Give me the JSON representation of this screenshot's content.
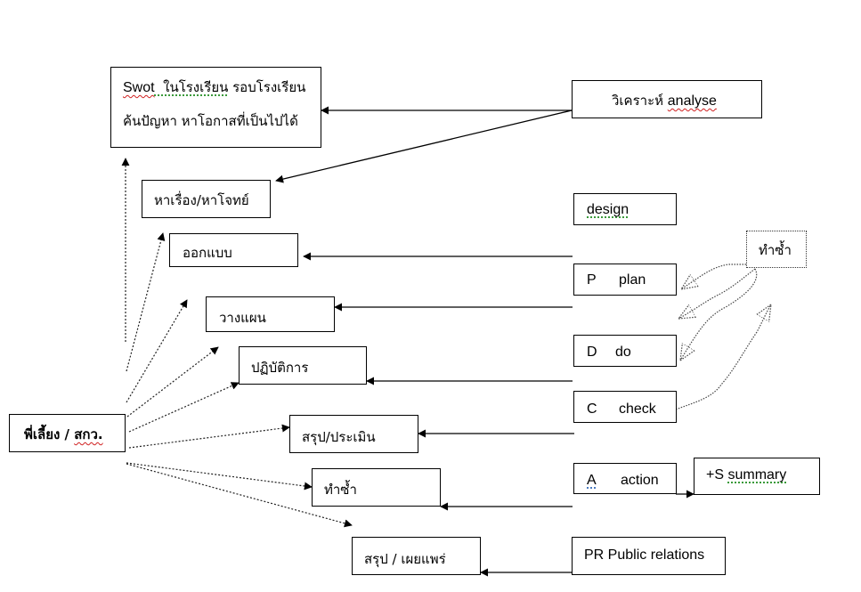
{
  "diagram": {
    "source": {
      "label_thai": "พี่เลี้ยง / ",
      "label_abbr": "สกว."
    },
    "swot_box": {
      "line1_a": "Swot",
      "line1_b": "  ในโรงเรียน",
      "line1_c": " รอบโรงเรียน",
      "line2": "ค้นปัญหา หาโอกาสที่เป็นไปได้"
    },
    "left_steps": {
      "find_topic": "หาเรื่อง/หาโจทย์",
      "design": "ออกแบบ",
      "plan": "วางแผน",
      "do": "ปฏิบัติการ",
      "evaluate": "สรุป/ประเมิน",
      "repeat": "ทำซ้ำ",
      "publish": "สรุป / เผยแพร่"
    },
    "right_steps": {
      "analyse_thai": "วิเคราะห์ ",
      "analyse_en": "analyse",
      "design": "design",
      "plan_letter": "P",
      "plan_word": "plan",
      "do_letter": "D",
      "do_word": "do",
      "check_letter": "C",
      "check_word": "check",
      "action_letter": "A",
      "action_word": "action",
      "summary_prefix": "+S ",
      "summary_word": "summary",
      "pr": "PR Public relations",
      "repeat": "ทำซ้ำ"
    },
    "colors": {
      "line": "#000000",
      "spell_error": "#d02020",
      "grammar_hint": "#3a9a3a"
    }
  }
}
